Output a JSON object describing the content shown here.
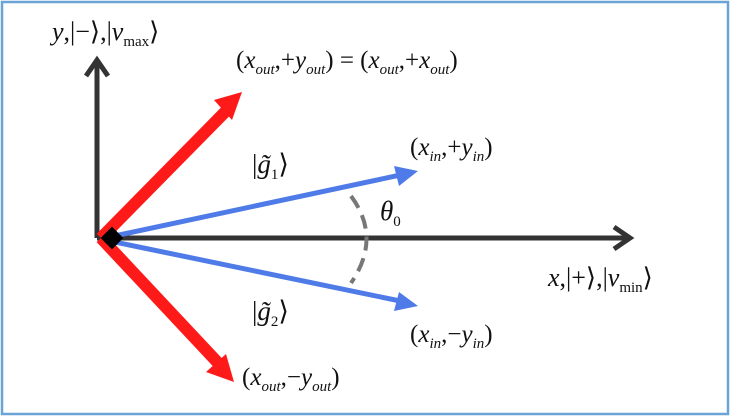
{
  "colors": {
    "frame": "#6aa4d6",
    "axis": "#333333",
    "output_vectors": "#ff1a1a",
    "input_vectors": "#4f7be8",
    "angle_arc": "#777777",
    "origin_marker": "#000000"
  },
  "labels": {
    "y_axis": {
      "y": "y",
      "comma1": ",",
      "ket_minus": "|−⟩",
      "comma2": ",",
      "ket_open": "|",
      "v": "v",
      "sub": "max",
      "ket_close": "⟩"
    },
    "x_axis": {
      "x": "x",
      "comma1": ",",
      "ket_plus": "|+⟩",
      "comma2": ",",
      "ket_open": "|",
      "v": "v",
      "sub": "min",
      "ket_close": "⟩"
    },
    "out_plus": {
      "open": "(",
      "x": "x",
      "x_sub": "out",
      "mid": ",+",
      "y": "y",
      "y_sub": "out",
      "eq": ") = (",
      "x2": "x",
      "x2_sub": "out",
      "mid2": ",+",
      "x3": "x",
      "x3_sub": "out",
      "close": ")"
    },
    "out_minus": {
      "open": "(",
      "x": "x",
      "x_sub": "out",
      "mid": ",−",
      "y": "y",
      "y_sub": "out",
      "close": ")"
    },
    "in_plus": {
      "open": "(",
      "x": "x",
      "x_sub": "in",
      "mid": ",+",
      "y": "y",
      "y_sub": "in",
      "close": ")"
    },
    "in_minus": {
      "open": "(",
      "x": "x",
      "x_sub": "in",
      "mid": ",−",
      "y": "y",
      "y_sub": "in",
      "close": ")"
    },
    "g1": {
      "open": "|",
      "g": "g̃",
      "sub": "1",
      "close": "⟩"
    },
    "g2": {
      "open": "|",
      "g": "g̃",
      "sub": "2",
      "close": "⟩"
    },
    "theta": {
      "symbol": "θ",
      "sub": "0"
    }
  }
}
